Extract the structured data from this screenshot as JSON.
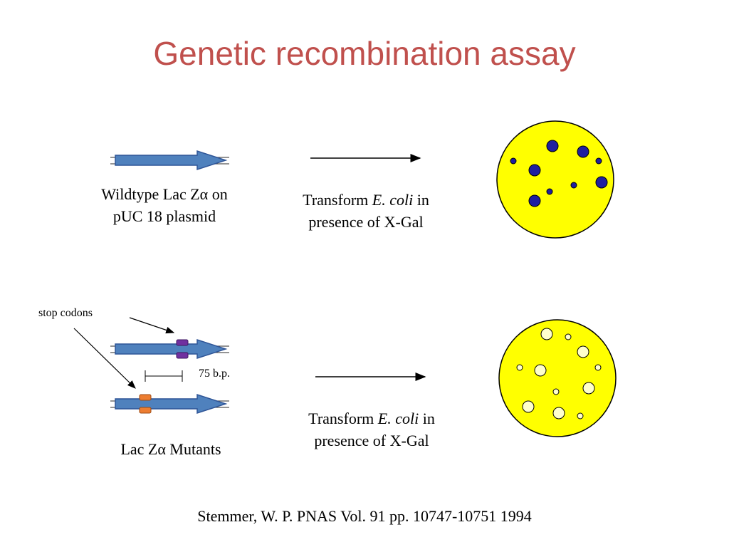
{
  "title": "Genetic recombination assay",
  "wildtype": {
    "line1": "Wildtype Lac Zα on",
    "line2": "pUC 18 plasmid"
  },
  "transform_top": {
    "prefix": "Transform ",
    "organism": "E. coli",
    "suffix": " in",
    "line2": "presence of X-Gal"
  },
  "stop_codons_label": "stop codons",
  "bp_label": "75 b.p.",
  "mutants_label": "Lac Zα Mutants",
  "transform_bottom": {
    "prefix": "Transform ",
    "organism": "E. coli",
    "suffix": " in",
    "line2": "presence of X-Gal"
  },
  "citation": "Stemmer, W. P. PNAS Vol. 91 pp. 10747-10751 1994",
  "colors": {
    "title": "#c0504d",
    "arrow_fill": "#4f81bd",
    "arrow_stroke": "#2f5597",
    "plate_fill": "#ffff00",
    "blue_colony": "#1f1fa0",
    "white_colony": "#ffffcc",
    "stop_codon_top": "#7030a0",
    "stop_codon_bottom": "#ed7d31"
  }
}
